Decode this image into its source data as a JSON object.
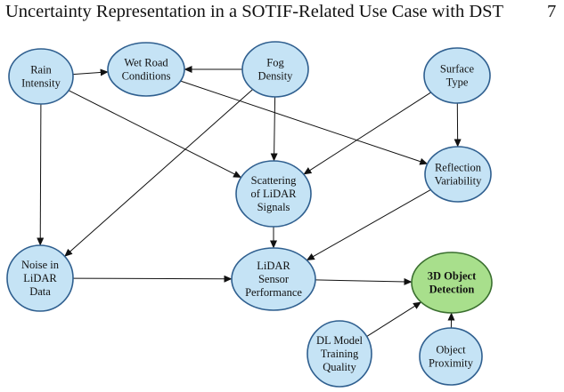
{
  "header": {
    "title": "Uncertainty Representation in a SOTIF-Related Use Case with DST",
    "page_number": "7"
  },
  "colors": {
    "node_fill": "#c5e3f5",
    "node_stroke": "#2f5f8f",
    "target_fill": "#a8df8c",
    "target_stroke": "#3a6f2f",
    "edge": "#111111"
  },
  "nodes": [
    {
      "id": "rain",
      "lines": [
        "Rain",
        "Intensity"
      ]
    },
    {
      "id": "wet",
      "lines": [
        "Wet Road",
        "Conditions"
      ]
    },
    {
      "id": "fog",
      "lines": [
        "Fog",
        "Density"
      ]
    },
    {
      "id": "surface",
      "lines": [
        "Surface",
        "Type"
      ]
    },
    {
      "id": "scatter",
      "lines": [
        "Scattering",
        "of LiDAR",
        "Signals"
      ]
    },
    {
      "id": "reflect",
      "lines": [
        "Reflection",
        "Variability"
      ]
    },
    {
      "id": "noise",
      "lines": [
        "Noise in",
        "LiDAR",
        "Data"
      ]
    },
    {
      "id": "lidar",
      "lines": [
        "LiDAR",
        "Sensor",
        "Performance"
      ]
    },
    {
      "id": "obj3d",
      "lines": [
        "3D Object",
        "Detection"
      ],
      "target": true
    },
    {
      "id": "dl",
      "lines": [
        "DL Model",
        "Training",
        "Quality"
      ]
    },
    {
      "id": "prox",
      "lines": [
        "Object",
        "Proximity"
      ]
    }
  ],
  "edges": [
    {
      "from": "rain",
      "to": "wet"
    },
    {
      "from": "fog",
      "to": "wet"
    },
    {
      "from": "rain",
      "to": "noise"
    },
    {
      "from": "rain",
      "to": "scatter"
    },
    {
      "from": "wet",
      "to": "reflect"
    },
    {
      "from": "fog",
      "to": "scatter"
    },
    {
      "from": "fog",
      "to": "noise"
    },
    {
      "from": "surface",
      "to": "scatter"
    },
    {
      "from": "surface",
      "to": "reflect"
    },
    {
      "from": "scatter",
      "to": "lidar"
    },
    {
      "from": "reflect",
      "to": "lidar"
    },
    {
      "from": "noise",
      "to": "lidar"
    },
    {
      "from": "lidar",
      "to": "obj3d"
    },
    {
      "from": "dl",
      "to": "obj3d"
    },
    {
      "from": "prox",
      "to": "obj3d"
    }
  ]
}
